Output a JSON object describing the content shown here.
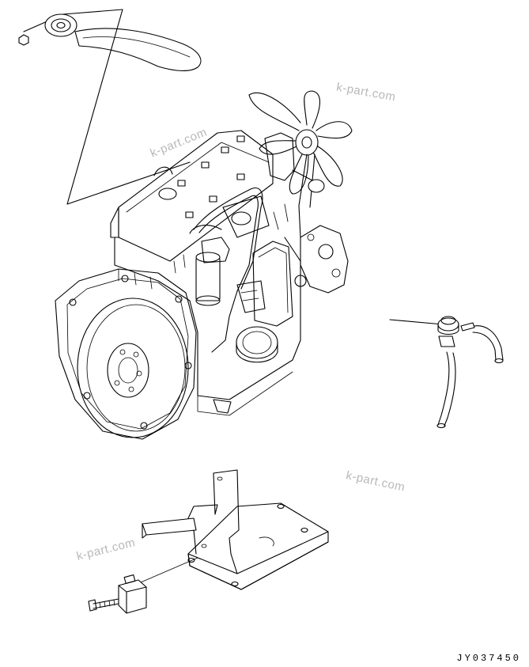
{
  "watermarks": [
    "k-part.com",
    "k-part.com",
    "k-part.com",
    "k-part.com"
  ],
  "drawing_code": "JY037450"
}
